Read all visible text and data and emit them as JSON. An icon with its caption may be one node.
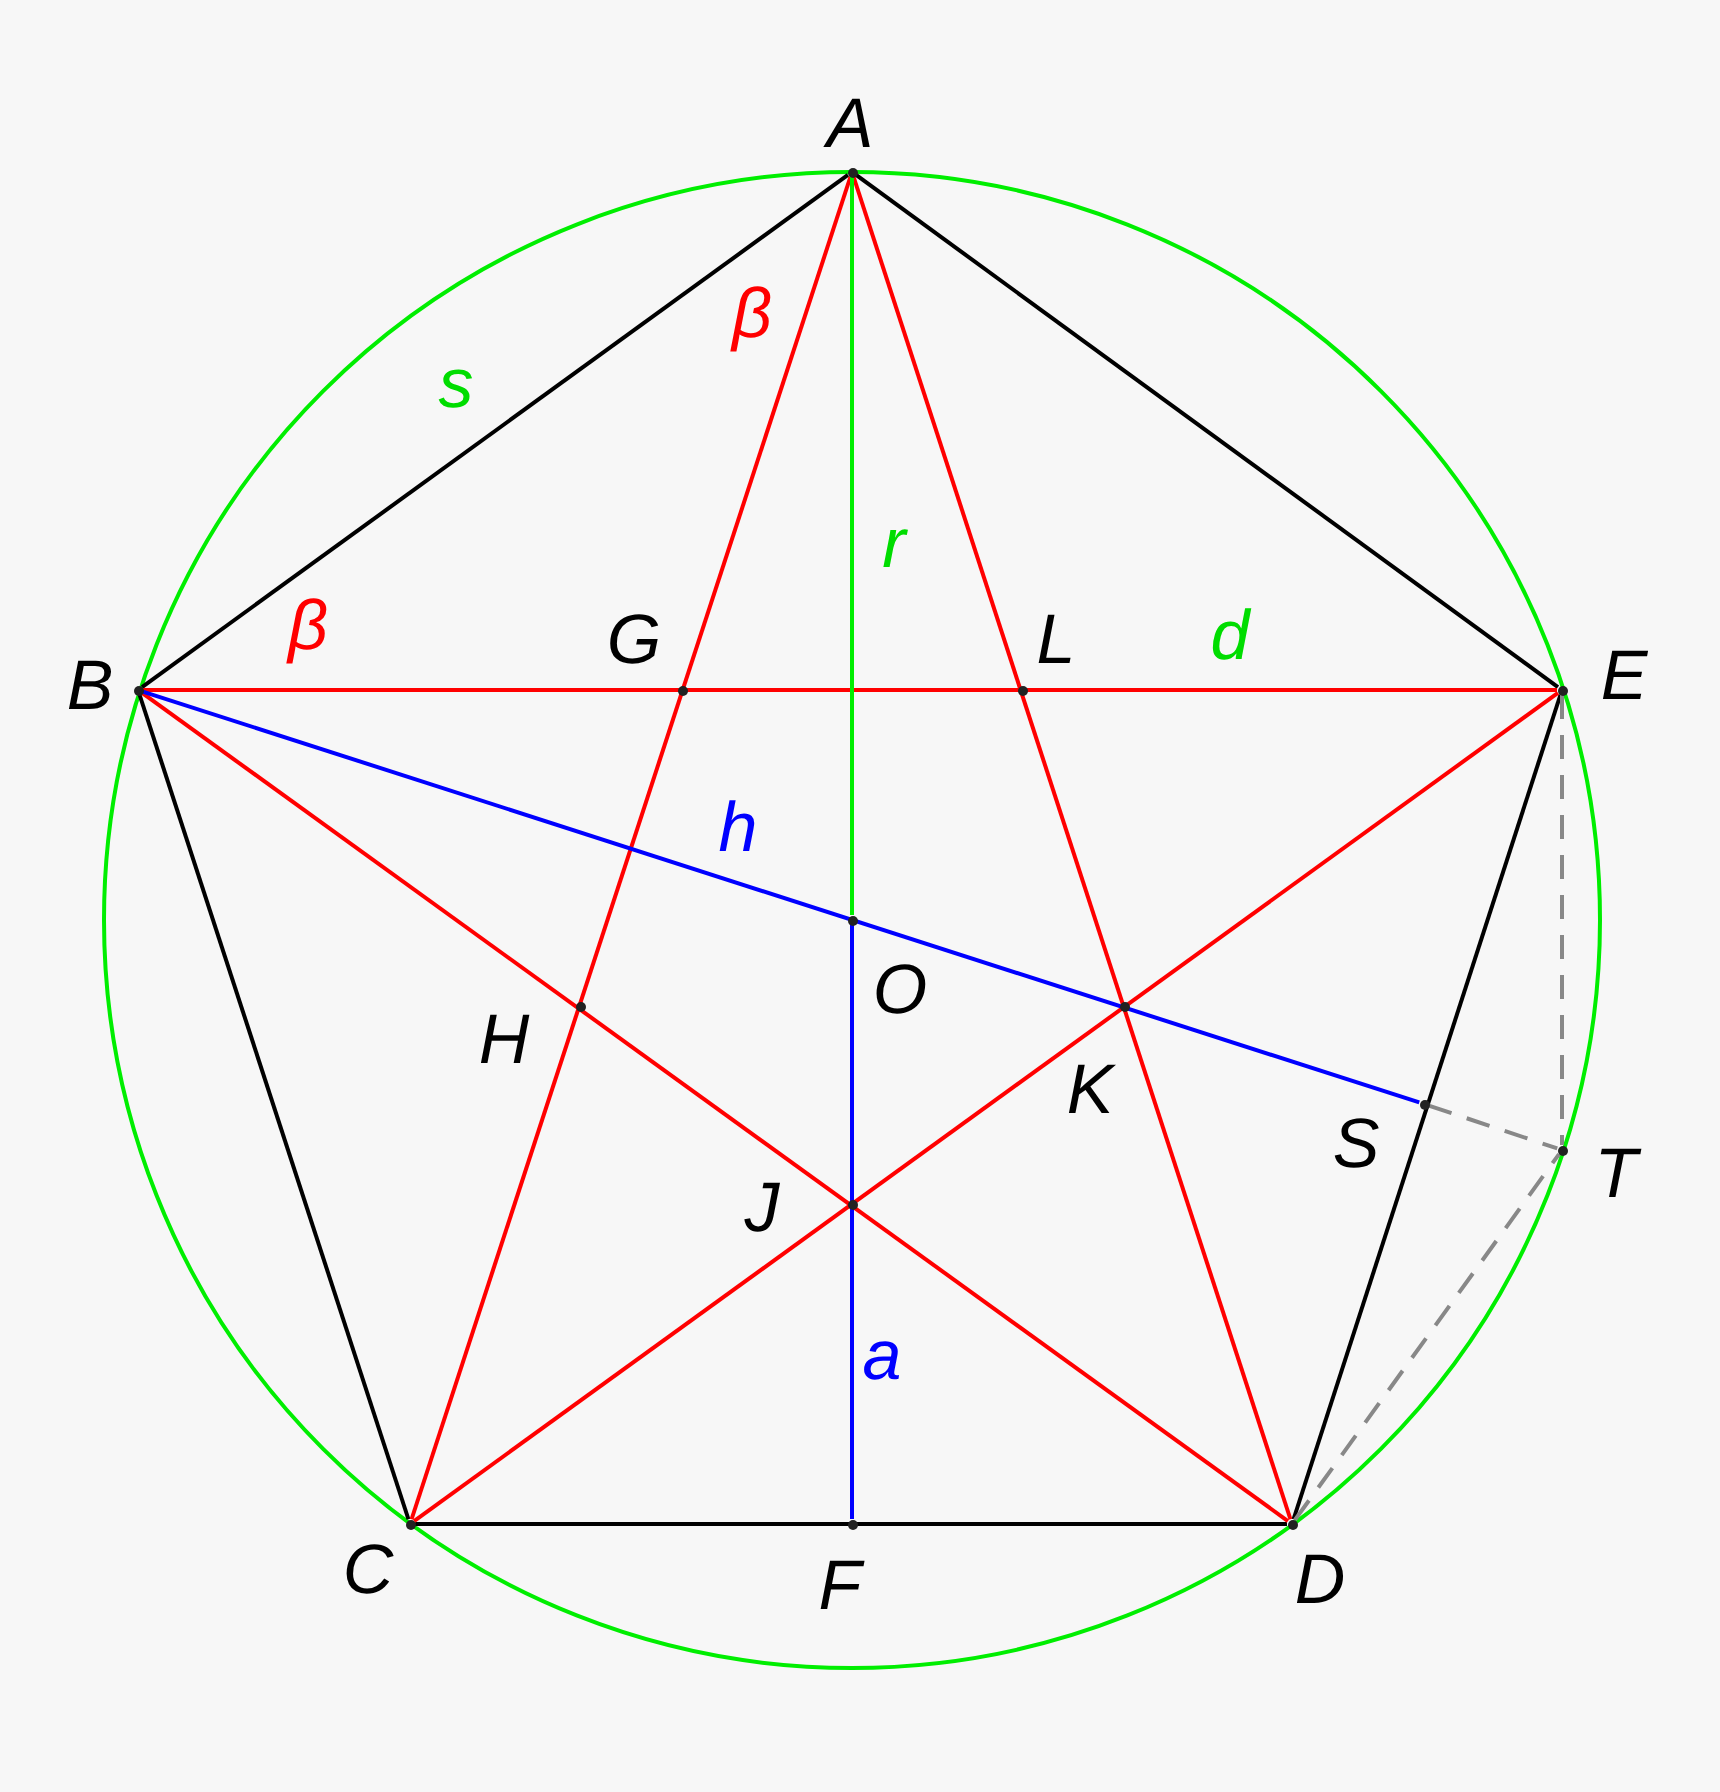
{
  "diagram": {
    "nodes": [
      {
        "text": [],
        "shape": "point",
        "beside": [
          "A"
        ]
      },
      {
        "text": [],
        "shape": "point",
        "beside": [
          "B"
        ]
      },
      {
        "text": [],
        "shape": "point",
        "beside": [
          "G"
        ]
      },
      {
        "text": [],
        "shape": "point",
        "beside": [
          "L"
        ]
      },
      {
        "text": [],
        "shape": "point",
        "beside": [
          "E"
        ]
      },
      {
        "text": [],
        "shape": "point",
        "beside": [
          "O"
        ]
      },
      {
        "text": [],
        "shape": "point",
        "beside": [
          "H"
        ]
      },
      {
        "text": [],
        "shape": "point",
        "beside": [
          "K"
        ]
      },
      {
        "text": [],
        "shape": "point",
        "beside": [
          "S"
        ]
      },
      {
        "text": [],
        "shape": "point",
        "beside": [
          "T"
        ]
      },
      {
        "text": [],
        "shape": "point",
        "beside": [
          "J"
        ]
      },
      {
        "text": [],
        "shape": "point",
        "beside": [
          "C"
        ]
      },
      {
        "text": [],
        "shape": "point",
        "beside": [
          "F"
        ]
      },
      {
        "text": [],
        "shape": "point",
        "beside": [
          "D"
        ]
      }
    ],
    "edges": [
      {
        "from": 0,
        "to": 1,
        "arrow": "none",
        "color": "#000000"
      },
      {
        "from": 1,
        "to": 11,
        "arrow": "none",
        "color": "#000000"
      },
      {
        "from": 11,
        "to": 13,
        "arrow": "none",
        "color": "#000000"
      },
      {
        "from": 13,
        "to": 4,
        "arrow": "none",
        "color": "#000000"
      },
      {
        "from": 4,
        "to": 0,
        "arrow": "none",
        "color": "#000000"
      },
      {
        "from": 0,
        "to": 11,
        "arrow": "none",
        "color": "#ff0000"
      },
      {
        "from": 0,
        "to": 13,
        "arrow": "none",
        "color": "#ff0000"
      },
      {
        "from": 1,
        "to": 13,
        "arrow": "none",
        "color": "#ff0000"
      },
      {
        "from": 1,
        "to": 4,
        "arrow": "none",
        "color": "#ff0000"
      },
      {
        "from": 11,
        "to": 4,
        "arrow": "none",
        "color": "#ff0000"
      },
      {
        "from": 0,
        "to": 5,
        "arrow": "none",
        "color": "#00ee00"
      },
      {
        "from": 5,
        "to": 12,
        "arrow": "none",
        "color": "#0000ff"
      },
      {
        "from": 1,
        "to": 8,
        "arrow": "none",
        "color": "#0000ff"
      },
      {
        "from": 8,
        "to": 9,
        "arrow": "none",
        "style": "dashed",
        "color": "#888888"
      },
      {
        "from": 4,
        "to": 9,
        "arrow": "none",
        "style": "dashed",
        "color": "#888888"
      },
      {
        "from": 13,
        "to": 9,
        "arrow": "none",
        "style": "dashed",
        "color": "#888888"
      }
    ],
    "labels": [
      "β",
      "s",
      "r",
      "β",
      "d",
      "h",
      "a"
    ]
  }
}
